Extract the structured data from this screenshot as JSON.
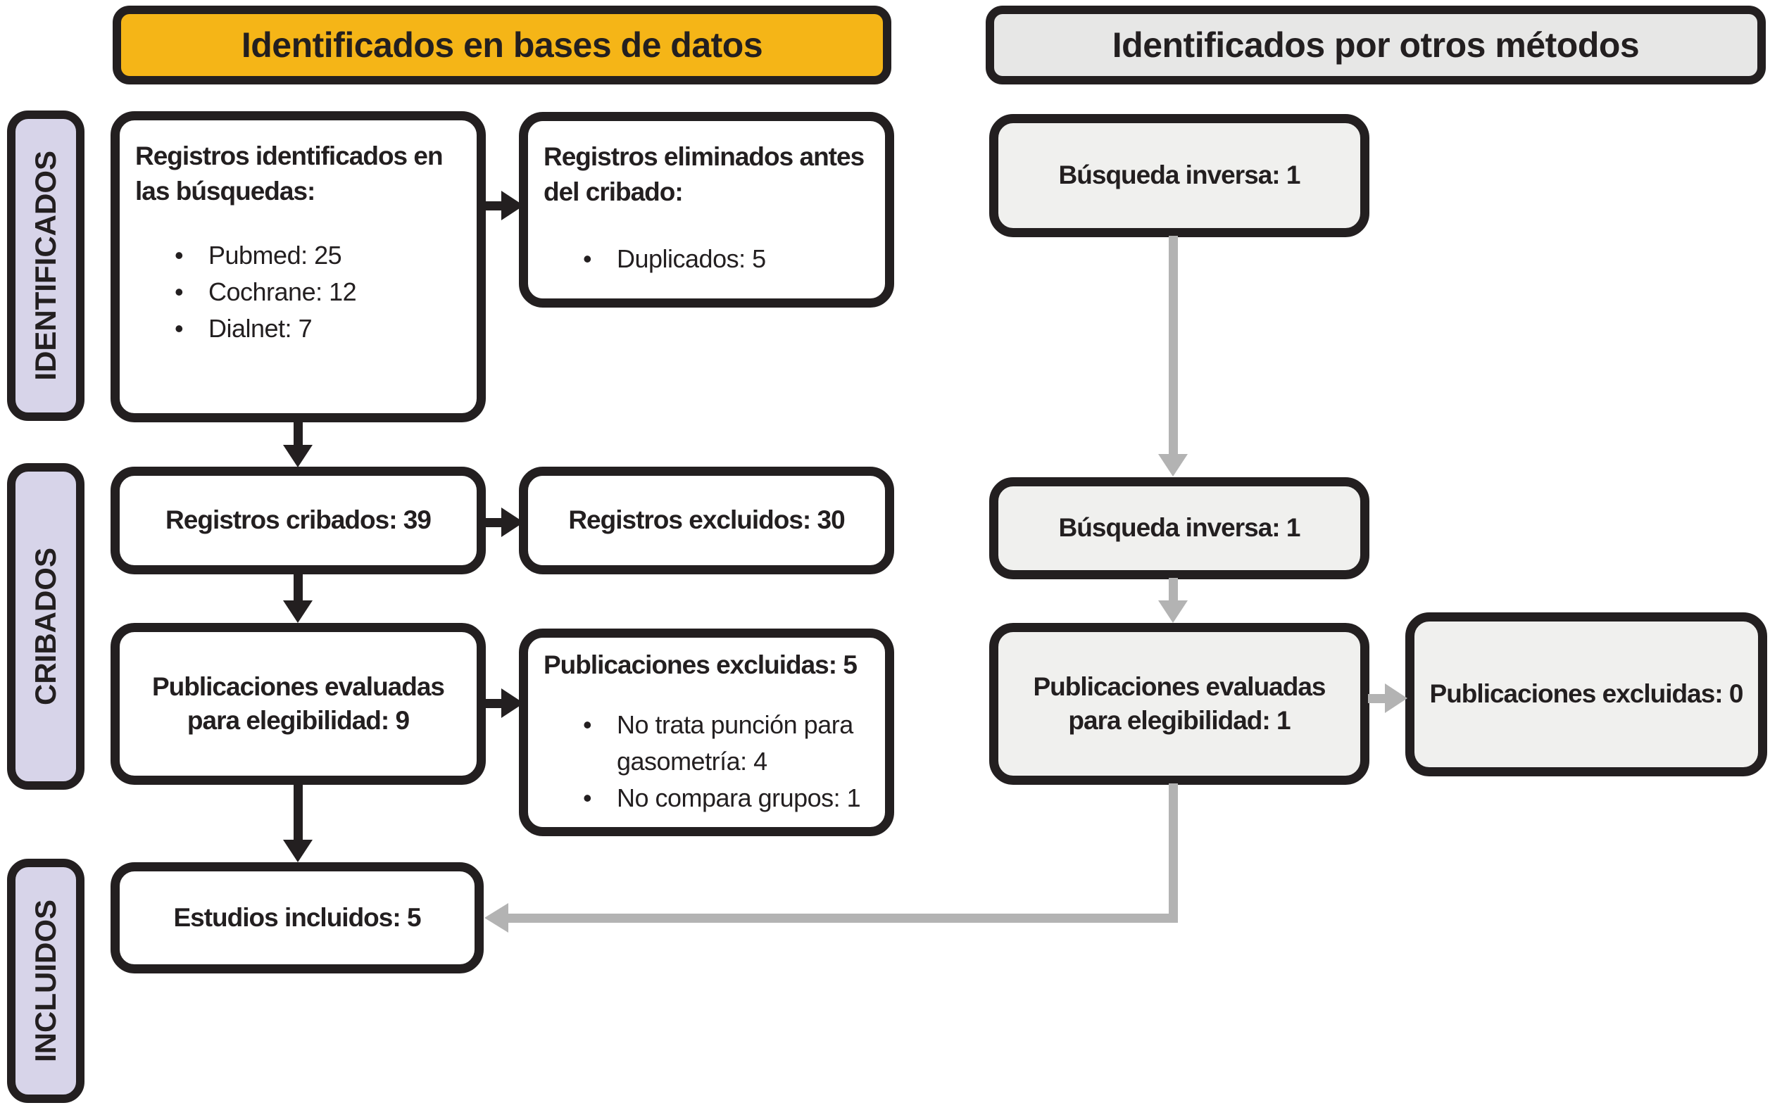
{
  "headers": {
    "databases": "Identificados en bases de datos",
    "other_methods": "Identificados por otros métodos"
  },
  "stage_labels": {
    "identified": "IDENTIFICADOS",
    "screened": "CRIBADOS",
    "included": "INCLUIDOS"
  },
  "boxes": {
    "identified_db": {
      "title": "Registros identificados en las búsquedas:",
      "bullets": [
        "Pubmed: 25",
        "Cochrane: 12",
        "Dialnet: 7"
      ]
    },
    "removed_before_screening": {
      "title": "Registros eliminados antes del cribado:",
      "bullets": [
        "Duplicados: 5"
      ]
    },
    "records_screened": {
      "text": "Registros cribados: 39"
    },
    "records_excluded": {
      "text": "Registros excluidos: 30"
    },
    "assessed_db": {
      "text": "Publicaciones evaluadas\npara elegibilidad: 9"
    },
    "excluded_pubs_db": {
      "title": "Publicaciones excluidas: 5",
      "bullets": [
        "No trata punción para gasometría: 4",
        "No compara grupos: 1"
      ]
    },
    "studies_included": {
      "text": "Estudios incluidos: 5"
    },
    "reverse_search_1": {
      "text": "Búsqueda inversa: 1"
    },
    "reverse_search_2": {
      "text": "Búsqueda inversa: 1"
    },
    "assessed_other": {
      "text": "Publicaciones evaluadas\npara elegibilidad: 1"
    },
    "excluded_pubs_other": {
      "text": "Publicaciones excluidas: 0"
    }
  },
  "colors": {
    "yellow": "#F5B517",
    "lavender": "#D7D4E9",
    "panel_gray": "#F0F0EE",
    "header_gray": "#E7E7E6",
    "arrow_gray": "#B3B3B3",
    "ink": "#231F20"
  }
}
